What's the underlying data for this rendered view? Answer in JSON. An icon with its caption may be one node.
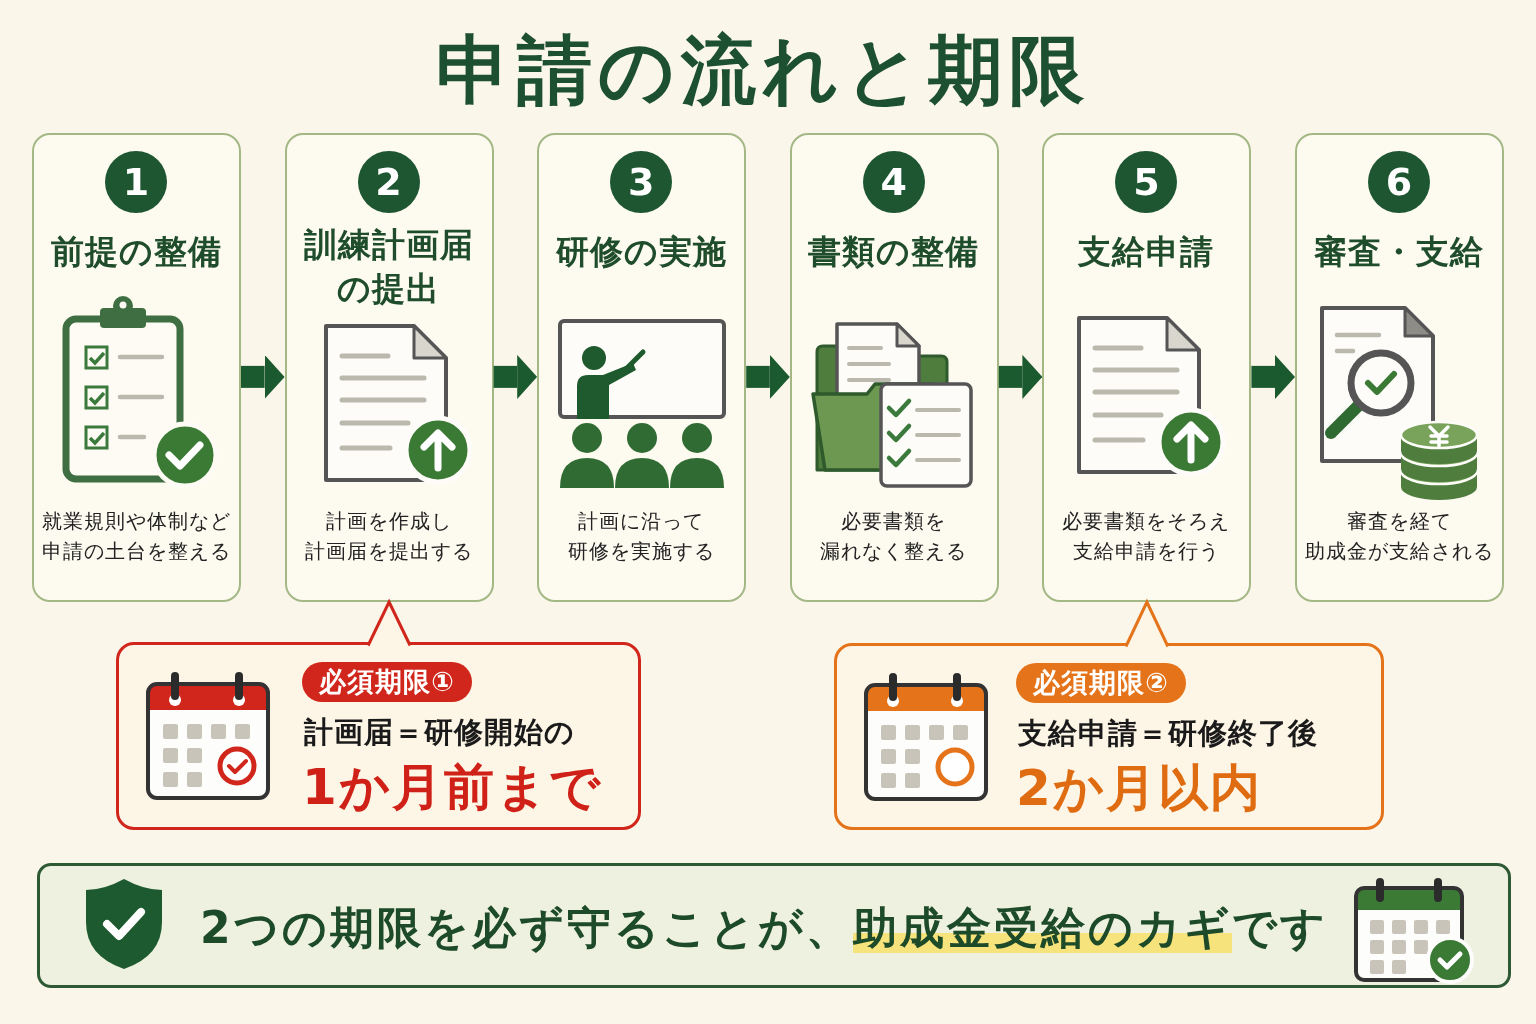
{
  "diagram": {
    "title": "申請の流れと期限",
    "nodes": [
      {
        "text": [
          "1",
          "前提の整備",
          "就業規則や体制など申請の土台を整える"
        ]
      },
      {
        "text": [
          "2",
          "訓練計画届の提出",
          "計画を作成し計画届を提出する"
        ]
      },
      {
        "text": [
          "3",
          "研修の実施",
          "計画に沿って研修を実施する"
        ]
      },
      {
        "text": [
          "4",
          "書類の整備",
          "必要書類を漏れなく整える"
        ]
      },
      {
        "text": [
          "5",
          "支給申請",
          "必要書類をそろえ支給申請を行う"
        ]
      },
      {
        "text": [
          "6",
          "審査・支給",
          "審査を経て助成金が支給される"
        ]
      },
      {
        "text": [
          "必須期限①",
          "計画届＝研修開始の",
          "1か月前まで"
        ]
      },
      {
        "text": [
          "必須期限②",
          "支給申請＝研修終了後",
          "2か月以内"
        ]
      },
      {
        "text": [
          "2つの期限を必ず守ることが、**助成金受給のカギ**です"
        ]
      }
    ],
    "edges": [
      {
        "from": 0,
        "to": 1,
        "arrow": "to"
      },
      {
        "from": 1,
        "to": 2,
        "arrow": "to"
      },
      {
        "from": 2,
        "to": 3,
        "arrow": "to"
      },
      {
        "from": 3,
        "to": 4,
        "arrow": "to"
      },
      {
        "from": 4,
        "to": 5,
        "arrow": "to"
      },
      {
        "from": 6,
        "to": 1,
        "arrow": "to",
        "color": "#d1261b"
      },
      {
        "from": 7,
        "to": 4,
        "arrow": "to",
        "color": "#e4731a"
      }
    ]
  }
}
